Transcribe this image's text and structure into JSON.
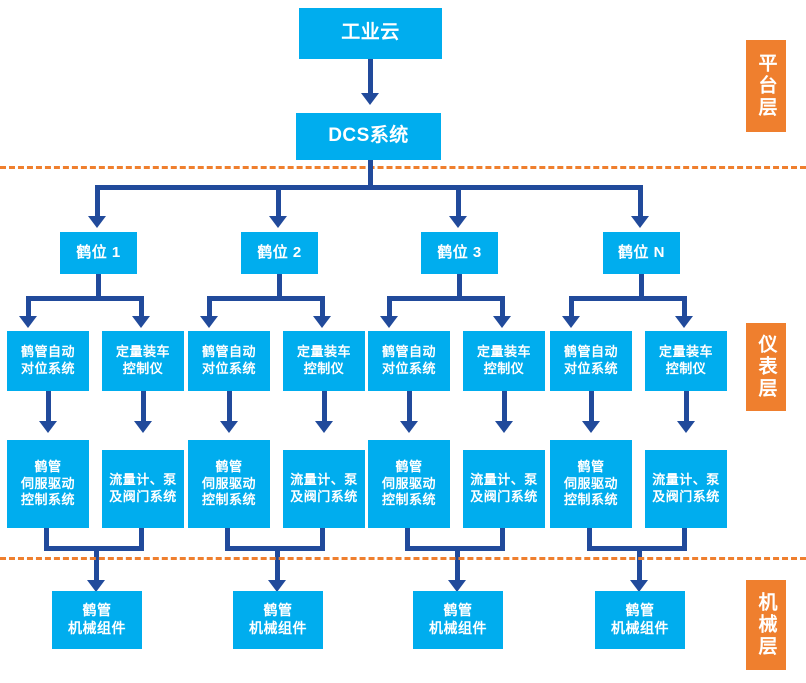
{
  "colors": {
    "box_blue": "#00ADEE",
    "connector_navy": "#214A9B",
    "layer_orange": "#EF7F2E",
    "background": "#FFFFFF",
    "text_on_box": "#FFFFFF"
  },
  "diagram": {
    "type": "hierarchical-flowchart",
    "orientation": "top-down",
    "layer_count": 3,
    "group_count": 4
  },
  "nodes": {
    "cloud": "工业云",
    "dcs": "DCS系统"
  },
  "layers": [
    {
      "id": "platform",
      "label": "平台层"
    },
    {
      "id": "instrument",
      "label": "仪表层"
    },
    {
      "id": "mechanical",
      "label": "机械层"
    }
  ],
  "groups": [
    {
      "title": "鹤位 1",
      "instruments": [
        {
          "label": "鹤管自动\n对位系统",
          "line1": "鹤管自动",
          "line2": "对位系统"
        },
        {
          "label": "定量装车\n控制仪",
          "line1": "定量装车",
          "line2": "控制仪"
        }
      ],
      "subsystems": [
        {
          "line1": "鹤管",
          "line2": "伺服驱动",
          "line3": "控制系统"
        },
        {
          "line1": "流量计、泵",
          "line2": "及阀门系统",
          "line3": ""
        }
      ],
      "mechanical": {
        "line1": "鹤管",
        "line2": "机械组件"
      }
    },
    {
      "title": "鹤位 2",
      "instruments": [
        {
          "label": "鹤管自动\n对位系统",
          "line1": "鹤管自动",
          "line2": "对位系统"
        },
        {
          "label": "定量装车\n控制仪",
          "line1": "定量装车",
          "line2": "控制仪"
        }
      ],
      "subsystems": [
        {
          "line1": "鹤管",
          "line2": "伺服驱动",
          "line3": "控制系统"
        },
        {
          "line1": "流量计、泵",
          "line2": "及阀门系统",
          "line3": ""
        }
      ],
      "mechanical": {
        "line1": "鹤管",
        "line2": "机械组件"
      }
    },
    {
      "title": "鹤位 3",
      "instruments": [
        {
          "label": "鹤管自动\n对位系统",
          "line1": "鹤管自动",
          "line2": "对位系统"
        },
        {
          "label": "定量装车\n控制仪",
          "line1": "定量装车",
          "line2": "控制仪"
        }
      ],
      "subsystems": [
        {
          "line1": "鹤管",
          "line2": "伺服驱动",
          "line3": "控制系统"
        },
        {
          "line1": "流量计、泵",
          "line2": "及阀门系统",
          "line3": ""
        }
      ],
      "mechanical": {
        "line1": "鹤管",
        "line2": "机械组件"
      }
    },
    {
      "title": "鹤位 N",
      "instruments": [
        {
          "label": "鹤管自动\n对位系统",
          "line1": "鹤管自动",
          "line2": "对位系统"
        },
        {
          "label": "定量装车\n控制仪",
          "line1": "定量装车",
          "line2": "控制仪"
        }
      ],
      "subsystems": [
        {
          "line1": "鹤管",
          "line2": "伺服驱动",
          "line3": "控制系统"
        },
        {
          "line1": "流量计、泵",
          "line2": "及阀门系统",
          "line3": ""
        }
      ],
      "mechanical": {
        "line1": "鹤管",
        "line2": "机械组件"
      }
    }
  ]
}
